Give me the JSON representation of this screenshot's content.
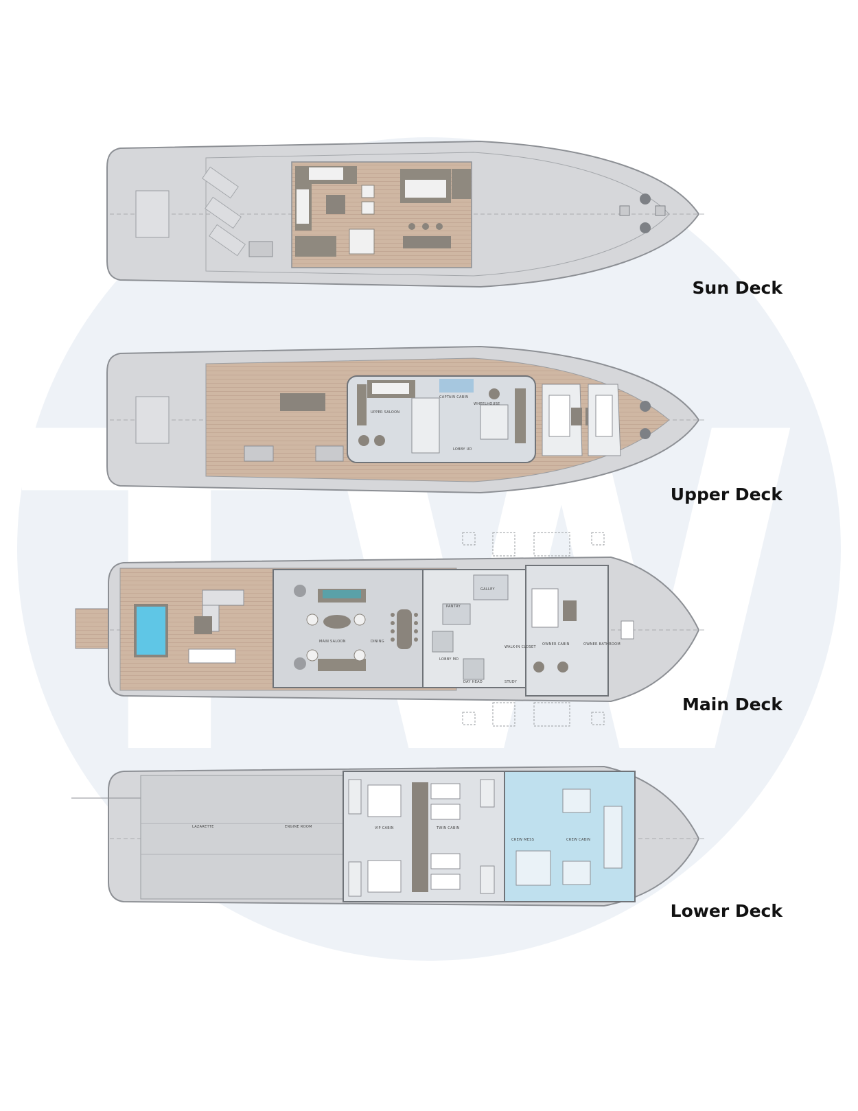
{
  "colors": {
    "background": "#ffffff",
    "watermark": "#eef2f7",
    "hull": "#d6d7da",
    "hull_edge": "#8c8f94",
    "teak": "#cfb7a3",
    "teak_line": "#b99d88",
    "interior": "#d9dde2",
    "furniture": "#8a847c",
    "pool": "#5fc6e6",
    "crew": "#bfe0ee"
  },
  "watermark": {
    "letters": "TW"
  },
  "decks": [
    {
      "id": "sun",
      "label": "Sun Deck",
      "rooms": []
    },
    {
      "id": "upper",
      "label": "Upper Deck",
      "rooms": [
        "UPPER SALOON",
        "WHEELHOUSE",
        "CAPTAIN CABIN",
        "LOBBY UD"
      ]
    },
    {
      "id": "main",
      "label": "Main Deck",
      "rooms": [
        "MAIN SALOON",
        "DINING",
        "PANTRY",
        "GALLEY",
        "LOBBY MD",
        "DAY HEAD",
        "OWNER CABIN",
        "OWNER BATHROOM",
        "STUDY",
        "WALK-IN CLOSET"
      ]
    },
    {
      "id": "lower",
      "label": "Lower Deck",
      "rooms": [
        "LAZARETTE",
        "ENGINE ROOM",
        "VIP CABIN",
        "TWIN CABIN",
        "CREW MESS",
        "CREW CABIN"
      ]
    }
  ]
}
